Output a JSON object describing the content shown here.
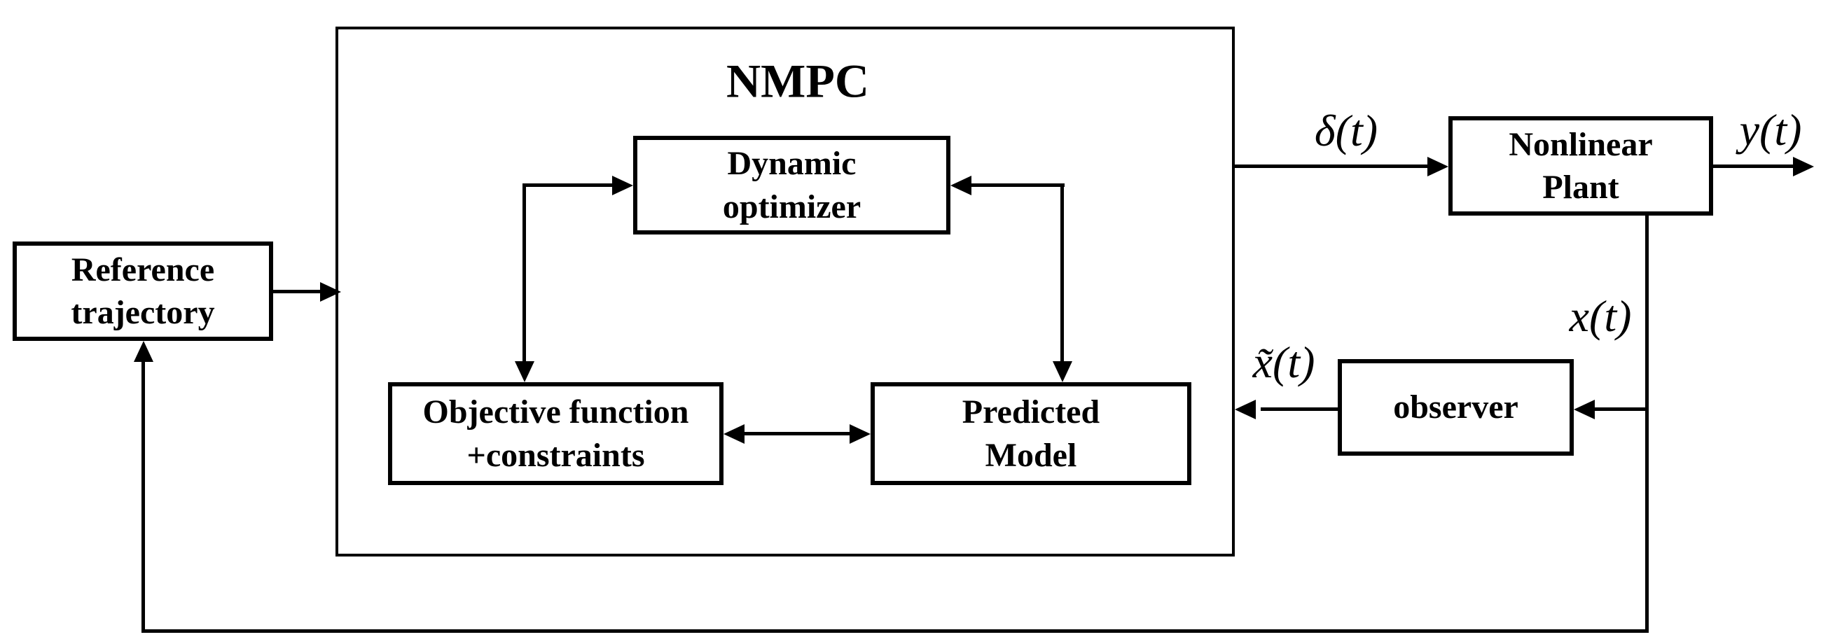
{
  "diagram": {
    "title": "NMPC",
    "colors": {
      "line": "#000000",
      "background": "#ffffff",
      "text": "#000000"
    },
    "boxes": {
      "reference_trajectory": {
        "label": "Reference\ntrajectory"
      },
      "dynamic_optimizer": {
        "label": "Dynamic\noptimizer"
      },
      "objective_function": {
        "label": "Objective function\n+constraints"
      },
      "predicted_model": {
        "label": "Predicted\nModel"
      },
      "nonlinear_plant": {
        "label": "Nonlinear\nPlant"
      },
      "observer": {
        "label": "observer"
      }
    },
    "signals": {
      "control_input": "δ(t)",
      "plant_output": "y(t)",
      "plant_state": "x(t)",
      "estimated_state": "x̃(t)"
    }
  }
}
